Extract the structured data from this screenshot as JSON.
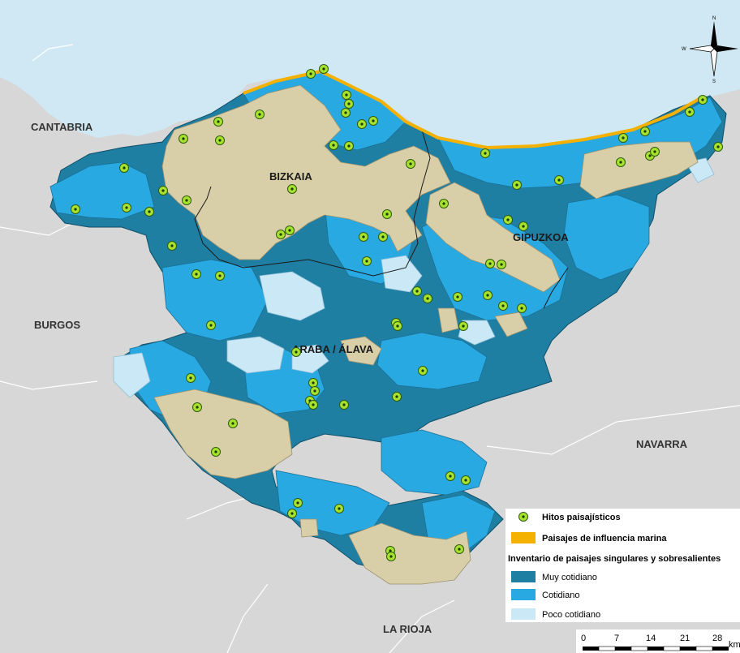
{
  "map": {
    "regions": {
      "cantabria": "CANTABRIA",
      "burgos": "BURGOS",
      "navarra": "NAVARRA",
      "la_rioja": "LA RIOJA"
    },
    "provinces": {
      "bizkaia": "BIZKAIA",
      "gipuzkoa": "GIPUZKOA",
      "araba": "ARABA / ÁLAVA"
    },
    "colors": {
      "sea": "#cfe8f3",
      "land_outside": "#d7d7d7",
      "mountain": "#d8cfa8",
      "muy_cotidiano": "#1f7fa3",
      "cotidiano": "#29a9e1",
      "poco_cotidiano": "#cbe8f7",
      "marine": "#f5b100",
      "hito_fill": "#a6e22e"
    }
  },
  "legend": {
    "hitos": "Hitos paisajísticos",
    "marine": "Paisajes de influencia marina",
    "inventory_title": "Inventario de paisajes singulares y sobresalientes",
    "muy_cotidiano": "Muy cotidiano",
    "cotidiano": "Cotidiano",
    "poco_cotidiano": "Poco cotidiano"
  },
  "scale": {
    "ticks": [
      "0",
      "7",
      "14",
      "21",
      "28"
    ],
    "unit": "km"
  },
  "compass": {
    "n": "N",
    "s": "S",
    "w": "W"
  },
  "hitos_count_estimate": 68
}
